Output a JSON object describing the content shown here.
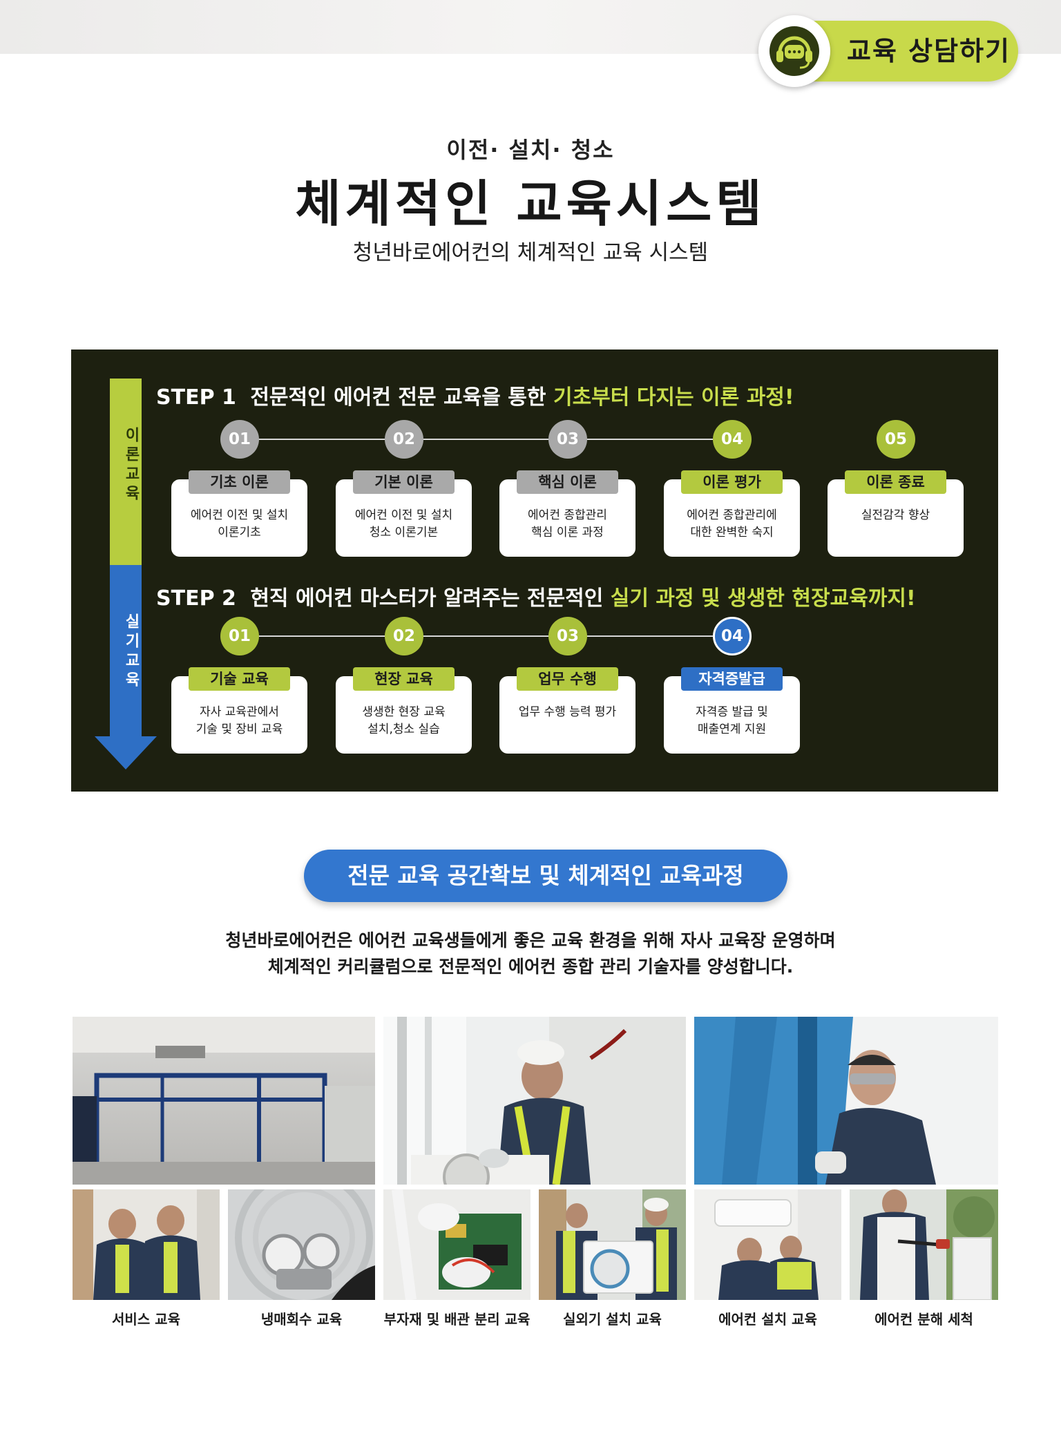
{
  "consult": {
    "label": "교육 상담하기",
    "icon": "headset-icon"
  },
  "header": {
    "kicker": "이전· 설치· 청소",
    "title": "체계적인 교육시스템",
    "subtitle": "청년바로에어컨의 체계적인 교육 시스템"
  },
  "colors": {
    "accent_green": "#c8d94a",
    "accent_blue": "#2e6fc5",
    "panel_bg": "#1d2010"
  },
  "sidebar": {
    "theory": "이론교육",
    "practice": "실기교육"
  },
  "step1": {
    "prefix": "STEP 1",
    "text": "전문적인 에어컨 전문 교육을 통한",
    "highlight": "기초부터 다지는 이론 과정!",
    "items": [
      {
        "num": "01",
        "title": "기초 이론",
        "line1": "에어컨 이전 및 설치",
        "line2": "이론기초"
      },
      {
        "num": "02",
        "title": "기본 이론",
        "line1": "에어컨 이전 및 설치",
        "line2": "청소 이론기본"
      },
      {
        "num": "03",
        "title": "핵심 이론",
        "line1": "에어컨 종합관리",
        "line2": "핵심 이론 과정"
      },
      {
        "num": "04",
        "title": "이론 평가",
        "line1": "에어컨 종합관리에",
        "line2": "대한 완벽한 숙지"
      },
      {
        "num": "05",
        "title": "이론 종료",
        "line1": "실전감각 향상",
        "line2": ""
      }
    ]
  },
  "step2": {
    "prefix": "STEP 2",
    "text": "현직 에어컨 마스터가 알려주는 전문적인",
    "highlight": "실기 과정 및 생생한 현장교육까지!",
    "items": [
      {
        "num": "01",
        "title": "기술 교육",
        "line1": "자사 교육관에서",
        "line2": "기술 및 장비 교육"
      },
      {
        "num": "02",
        "title": "현장 교육",
        "line1": "생생한 현장 교육",
        "line2": "설치,청소 실습"
      },
      {
        "num": "03",
        "title": "업무 수행",
        "line1": "업무 수행 능력 평가",
        "line2": ""
      },
      {
        "num": "04",
        "title": "자격증발급",
        "line1": "자격증 발급 및",
        "line2": "매출연계 지원"
      }
    ]
  },
  "section2": {
    "heading": "전문 교육 공간확보 및 체계적인 교육과정",
    "intro_line1": "청년바로에어컨은 에어컨 교육생들에게 좋은 교육 환경을 위해 자사 교육장 운영하며",
    "intro_line2": "체계적인 커리큘럼으로  전문적인 에어컨 종합 관리 기술자를 양성합니다."
  },
  "gallery": {
    "captions": [
      "서비스 교육",
      "냉매회수 교육",
      "부자재 및 배관 분리 교육",
      "실외기 설치 교육",
      "에어컨 설치 교육",
      "에어컨 분해 세척"
    ]
  }
}
